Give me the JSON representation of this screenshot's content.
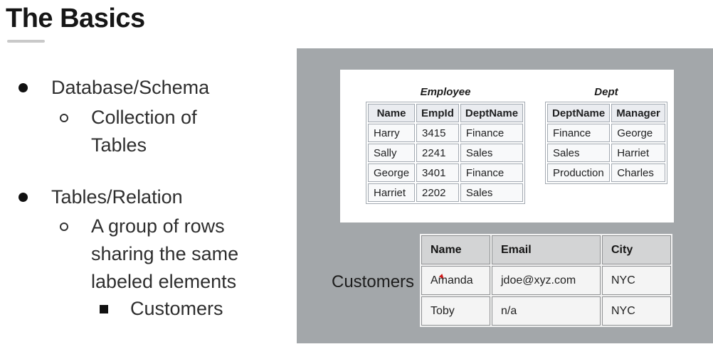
{
  "title": "The Basics",
  "bullets": {
    "item1": "Database/Schema",
    "item2": "Collection of Tables",
    "item3": "Tables/Relation",
    "item4": "A group of rows sharing the same labeled elements",
    "item5": "Customers"
  },
  "diagram": {
    "employee_table": {
      "title": "Employee",
      "headers": [
        "Name",
        "EmpId",
        "DeptName"
      ],
      "rows": [
        [
          "Harry",
          "3415",
          "Finance"
        ],
        [
          "Sally",
          "2241",
          "Sales"
        ],
        [
          "George",
          "3401",
          "Finance"
        ],
        [
          "Harriet",
          "2202",
          "Sales"
        ]
      ]
    },
    "dept_table": {
      "title": "Dept",
      "headers": [
        "DeptName",
        "Manager"
      ],
      "rows": [
        [
          "Finance",
          "George"
        ],
        [
          "Sales",
          "Harriet"
        ],
        [
          "Production",
          "Charles"
        ]
      ]
    },
    "customers_label": "Customers",
    "customers_table": {
      "headers": [
        "Name",
        "Email",
        "City"
      ],
      "rows": [
        [
          "Amanda",
          "jdoe@xyz.com",
          "NYC"
        ],
        [
          "Toby",
          "n/a",
          "NYC"
        ]
      ]
    }
  },
  "colors": {
    "panel_gray": "#a3a7aa",
    "card_white": "#ffffff",
    "wiki_header_bg": "#eaecf0",
    "wiki_cell_bg": "#f8f9fa",
    "wiki_border": "#a2a9b1",
    "cust_header_bg": "#d3d4d5",
    "cust_cell_bg": "#f4f4f4",
    "cust_border": "#8f9193",
    "underline_gray": "#c9c9c9",
    "annotation_red": "#d01818",
    "text_dark": "#202122"
  }
}
